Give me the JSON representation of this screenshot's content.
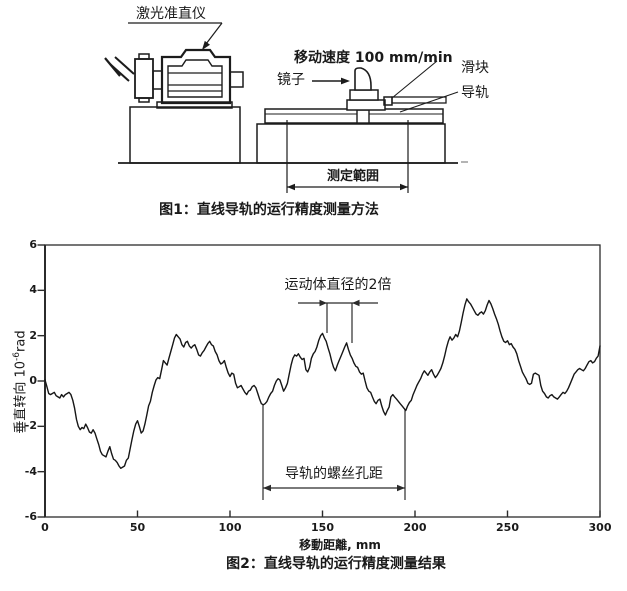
{
  "page": {
    "background": "#ffffff",
    "ink": "#1a1a1a"
  },
  "figure1": {
    "caption": "图1：直线导轨的运行精度测量方法",
    "labels": {
      "laser": "激光准直仪",
      "speed": "移动速度 100 mm/min",
      "mirror": "镜子",
      "slider": "滑块",
      "rail": "导轨",
      "range": "测定範囲"
    }
  },
  "figure2": {
    "caption": "图2：直线导轨的运行精度测量结果"
  },
  "chart_data": {
    "type": "line",
    "title": "图2：直线导轨的运行精度测量结果",
    "xlabel": "移動距離, mm",
    "ylabel": "垂直转向 10^-6 rad",
    "ylabel_parts": {
      "prefix": "垂直转向 10",
      "sup": "-6",
      "suffix": "rad"
    },
    "xlim": [
      0,
      300
    ],
    "ylim": [
      -6,
      6
    ],
    "xticks": [
      0,
      50,
      100,
      150,
      200,
      250,
      300
    ],
    "yticks": [
      6,
      4,
      2,
      0,
      -2,
      -4,
      -6
    ],
    "grid": false,
    "legend": null,
    "line_color": "#161616",
    "annotations": [
      {
        "text": "运动体直径的2倍",
        "type": "dimension",
        "x_from": 152,
        "x_to": 166,
        "y_level": 3.4
      },
      {
        "text": "导轨的螺丝孔距",
        "type": "dimension",
        "x_from": 118,
        "x_to": 195,
        "y_level": -4.7
      }
    ],
    "points": [
      [
        0,
        0.05
      ],
      [
        1,
        -0.25
      ],
      [
        2,
        -0.55
      ],
      [
        3,
        -0.6
      ],
      [
        4,
        -0.55
      ],
      [
        5,
        -0.5
      ],
      [
        6,
        -0.65
      ],
      [
        7,
        -0.7
      ],
      [
        8,
        -0.75
      ],
      [
        9,
        -0.6
      ],
      [
        10,
        -0.7
      ],
      [
        11,
        -0.6
      ],
      [
        12,
        -0.55
      ],
      [
        13,
        -0.5
      ],
      [
        14,
        -0.6
      ],
      [
        15,
        -0.85
      ],
      [
        16,
        -1.2
      ],
      [
        17,
        -1.7
      ],
      [
        18,
        -2.0
      ],
      [
        19,
        -2.15
      ],
      [
        20,
        -2.05
      ],
      [
        21,
        -2.1
      ],
      [
        22,
        -1.9
      ],
      [
        23,
        -2.05
      ],
      [
        24,
        -2.25
      ],
      [
        25,
        -2.3
      ],
      [
        26,
        -2.15
      ],
      [
        27,
        -2.3
      ],
      [
        28,
        -2.55
      ],
      [
        29,
        -2.8
      ],
      [
        30,
        -3.1
      ],
      [
        31,
        -3.25
      ],
      [
        32,
        -3.3
      ],
      [
        33,
        -3.35
      ],
      [
        34,
        -3.1
      ],
      [
        35,
        -2.9
      ],
      [
        36,
        -3.2
      ],
      [
        37,
        -3.45
      ],
      [
        38,
        -3.5
      ],
      [
        39,
        -3.6
      ],
      [
        40,
        -3.75
      ],
      [
        41,
        -3.85
      ],
      [
        42,
        -3.8
      ],
      [
        43,
        -3.75
      ],
      [
        44,
        -3.5
      ],
      [
        45,
        -3.4
      ],
      [
        46,
        -3.0
      ],
      [
        47,
        -2.6
      ],
      [
        48,
        -2.2
      ],
      [
        49,
        -1.9
      ],
      [
        50,
        -1.75
      ],
      [
        51,
        -2.0
      ],
      [
        52,
        -2.3
      ],
      [
        53,
        -2.2
      ],
      [
        54,
        -1.9
      ],
      [
        55,
        -1.5
      ],
      [
        56,
        -1.1
      ],
      [
        57,
        -0.9
      ],
      [
        58,
        -0.5
      ],
      [
        59,
        -0.2
      ],
      [
        60,
        0.05
      ],
      [
        61,
        0.15
      ],
      [
        62,
        0.1
      ],
      [
        63,
        0.5
      ],
      [
        64,
        0.9
      ],
      [
        65,
        0.8
      ],
      [
        66,
        0.7
      ],
      [
        67,
        1.0
      ],
      [
        68,
        1.3
      ],
      [
        69,
        1.6
      ],
      [
        70,
        1.9
      ],
      [
        71,
        2.05
      ],
      [
        72,
        1.95
      ],
      [
        73,
        1.85
      ],
      [
        74,
        1.6
      ],
      [
        75,
        1.5
      ],
      [
        76,
        1.7
      ],
      [
        77,
        1.75
      ],
      [
        78,
        1.55
      ],
      [
        79,
        1.45
      ],
      [
        80,
        1.55
      ],
      [
        81,
        1.6
      ],
      [
        82,
        1.4
      ],
      [
        83,
        1.15
      ],
      [
        84,
        1.1
      ],
      [
        85,
        1.25
      ],
      [
        86,
        1.35
      ],
      [
        87,
        1.5
      ],
      [
        88,
        1.65
      ],
      [
        89,
        1.75
      ],
      [
        90,
        1.6
      ],
      [
        91,
        1.55
      ],
      [
        92,
        1.3
      ],
      [
        93,
        1.15
      ],
      [
        94,
        0.9
      ],
      [
        95,
        0.75
      ],
      [
        96,
        0.8
      ],
      [
        97,
        0.9
      ],
      [
        98,
        0.6
      ],
      [
        99,
        0.35
      ],
      [
        100,
        0.2
      ],
      [
        101,
        0.35
      ],
      [
        102,
        0.3
      ],
      [
        103,
        -0.1
      ],
      [
        104,
        -0.3
      ],
      [
        105,
        -0.25
      ],
      [
        106,
        -0.2
      ],
      [
        107,
        -0.35
      ],
      [
        108,
        -0.5
      ],
      [
        109,
        -0.6
      ],
      [
        110,
        -0.45
      ],
      [
        111,
        -0.4
      ],
      [
        112,
        -0.25
      ],
      [
        113,
        -0.2
      ],
      [
        114,
        -0.3
      ],
      [
        115,
        -0.55
      ],
      [
        116,
        -0.8
      ],
      [
        117,
        -1.0
      ],
      [
        118,
        -1.05
      ],
      [
        119,
        -1.0
      ],
      [
        120,
        -0.9
      ],
      [
        121,
        -0.7
      ],
      [
        122,
        -0.55
      ],
      [
        123,
        -0.45
      ],
      [
        124,
        -0.2
      ],
      [
        125,
        0.0
      ],
      [
        126,
        0.1
      ],
      [
        127,
        0.05
      ],
      [
        128,
        -0.2
      ],
      [
        129,
        -0.45
      ],
      [
        130,
        -0.3
      ],
      [
        131,
        -0.1
      ],
      [
        132,
        0.3
      ],
      [
        133,
        0.7
      ],
      [
        134,
        1.0
      ],
      [
        135,
        1.15
      ],
      [
        136,
        1.1
      ],
      [
        137,
        1.2
      ],
      [
        138,
        1.05
      ],
      [
        139,
        0.95
      ],
      [
        140,
        1.0
      ],
      [
        141,
        0.5
      ],
      [
        142,
        0.4
      ],
      [
        143,
        0.6
      ],
      [
        144,
        1.0
      ],
      [
        145,
        1.2
      ],
      [
        146,
        1.3
      ],
      [
        147,
        1.5
      ],
      [
        148,
        1.8
      ],
      [
        149,
        2.0
      ],
      [
        150,
        2.1
      ],
      [
        151,
        1.9
      ],
      [
        152,
        1.75
      ],
      [
        153,
        1.45
      ],
      [
        154,
        1.2
      ],
      [
        155,
        0.85
      ],
      [
        156,
        0.6
      ],
      [
        157,
        0.45
      ],
      [
        158,
        0.7
      ],
      [
        159,
        0.9
      ],
      [
        160,
        1.1
      ],
      [
        161,
        1.3
      ],
      [
        162,
        1.5
      ],
      [
        163,
        1.68
      ],
      [
        164,
        1.4
      ],
      [
        165,
        1.15
      ],
      [
        166,
        1.0
      ],
      [
        167,
        0.8
      ],
      [
        168,
        0.65
      ],
      [
        169,
        0.6
      ],
      [
        170,
        0.4
      ],
      [
        171,
        0.3
      ],
      [
        172,
        0.35
      ],
      [
        173,
        0.0
      ],
      [
        174,
        -0.3
      ],
      [
        175,
        -0.45
      ],
      [
        176,
        -0.5
      ],
      [
        177,
        -0.7
      ],
      [
        178,
        -0.9
      ],
      [
        179,
        -1.0
      ],
      [
        180,
        -0.85
      ],
      [
        181,
        -0.8
      ],
      [
        182,
        -1.1
      ],
      [
        183,
        -1.35
      ],
      [
        184,
        -1.5
      ],
      [
        185,
        -1.3
      ],
      [
        186,
        -1.15
      ],
      [
        187,
        -0.7
      ],
      [
        188,
        -0.6
      ],
      [
        189,
        -0.7
      ],
      [
        190,
        -0.8
      ],
      [
        191,
        -0.9
      ],
      [
        192,
        -1.0
      ],
      [
        193,
        -1.1
      ],
      [
        194,
        -1.2
      ],
      [
        195,
        -1.3
      ],
      [
        196,
        -1.1
      ],
      [
        197,
        -0.95
      ],
      [
        198,
        -0.85
      ],
      [
        199,
        -0.6
      ],
      [
        200,
        -0.4
      ],
      [
        201,
        -0.2
      ],
      [
        202,
        -0.05
      ],
      [
        203,
        0.1
      ],
      [
        204,
        0.3
      ],
      [
        205,
        0.45
      ],
      [
        206,
        0.35
      ],
      [
        207,
        0.25
      ],
      [
        208,
        0.4
      ],
      [
        209,
        0.5
      ],
      [
        210,
        0.3
      ],
      [
        211,
        0.15
      ],
      [
        212,
        0.25
      ],
      [
        213,
        0.4
      ],
      [
        214,
        0.55
      ],
      [
        215,
        0.8
      ],
      [
        216,
        1.1
      ],
      [
        217,
        1.45
      ],
      [
        218,
        1.75
      ],
      [
        219,
        1.95
      ],
      [
        220,
        1.8
      ],
      [
        221,
        1.9
      ],
      [
        222,
        2.05
      ],
      [
        223,
        1.95
      ],
      [
        224,
        2.2
      ],
      [
        225,
        2.6
      ],
      [
        226,
        3.0
      ],
      [
        227,
        3.35
      ],
      [
        228,
        3.62
      ],
      [
        229,
        3.5
      ],
      [
        230,
        3.4
      ],
      [
        231,
        3.25
      ],
      [
        232,
        3.1
      ],
      [
        233,
        2.95
      ],
      [
        234,
        2.9
      ],
      [
        235,
        3.0
      ],
      [
        236,
        3.05
      ],
      [
        237,
        2.95
      ],
      [
        238,
        3.1
      ],
      [
        239,
        3.35
      ],
      [
        240,
        3.55
      ],
      [
        241,
        3.4
      ],
      [
        242,
        3.2
      ],
      [
        243,
        2.95
      ],
      [
        244,
        2.75
      ],
      [
        245,
        2.5
      ],
      [
        246,
        2.2
      ],
      [
        247,
        1.95
      ],
      [
        248,
        1.75
      ],
      [
        249,
        1.7
      ],
      [
        250,
        1.78
      ],
      [
        251,
        1.6
      ],
      [
        252,
        1.65
      ],
      [
        253,
        1.5
      ],
      [
        254,
        1.4
      ],
      [
        255,
        1.2
      ],
      [
        256,
        0.9
      ],
      [
        257,
        0.65
      ],
      [
        258,
        0.4
      ],
      [
        259,
        0.25
      ],
      [
        260,
        0.1
      ],
      [
        261,
        -0.1
      ],
      [
        262,
        -0.15
      ],
      [
        263,
        -0.1
      ],
      [
        264,
        0.3
      ],
      [
        265,
        0.35
      ],
      [
        266,
        0.3
      ],
      [
        267,
        0.25
      ],
      [
        268,
        -0.2
      ],
      [
        269,
        -0.45
      ],
      [
        270,
        -0.55
      ],
      [
        271,
        -0.7
      ],
      [
        272,
        -0.75
      ],
      [
        273,
        -0.65
      ],
      [
        274,
        -0.6
      ],
      [
        275,
        -0.7
      ],
      [
        276,
        -0.75
      ],
      [
        277,
        -0.8
      ],
      [
        278,
        -0.7
      ],
      [
        279,
        -0.6
      ],
      [
        280,
        -0.5
      ],
      [
        281,
        -0.55
      ],
      [
        282,
        -0.45
      ],
      [
        283,
        -0.3
      ],
      [
        284,
        -0.1
      ],
      [
        285,
        0.1
      ],
      [
        286,
        0.3
      ],
      [
        287,
        0.4
      ],
      [
        288,
        0.5
      ],
      [
        289,
        0.55
      ],
      [
        290,
        0.5
      ],
      [
        291,
        0.45
      ],
      [
        292,
        0.55
      ],
      [
        293,
        0.7
      ],
      [
        294,
        0.85
      ],
      [
        295,
        0.9
      ],
      [
        296,
        0.8
      ],
      [
        297,
        0.85
      ],
      [
        298,
        1.0
      ],
      [
        299,
        1.1
      ],
      [
        300,
        1.55
      ]
    ]
  }
}
